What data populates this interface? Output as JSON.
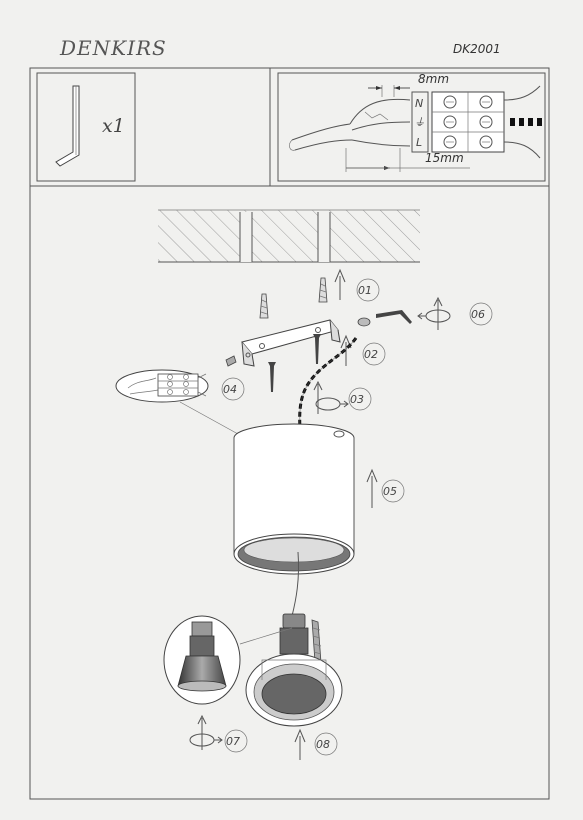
{
  "header": {
    "brand": "DENKIRS",
    "model": "DK2001"
  },
  "parts": {
    "hex_key_qty": "x1"
  },
  "wiring": {
    "strip_length": "8mm",
    "jacket_strip_length": "15mm",
    "terminal_symbols": [
      "N",
      "⏚",
      "L"
    ]
  },
  "steps": [
    "01",
    "02",
    "03",
    "04",
    "05",
    "06",
    "07",
    "08"
  ],
  "icons": [
    "hex-key-icon",
    "screw-icon",
    "wall-plug-icon",
    "arrow-up-icon",
    "rotate-icon",
    "terminal-block-icon",
    "gu10-lamp-icon"
  ]
}
